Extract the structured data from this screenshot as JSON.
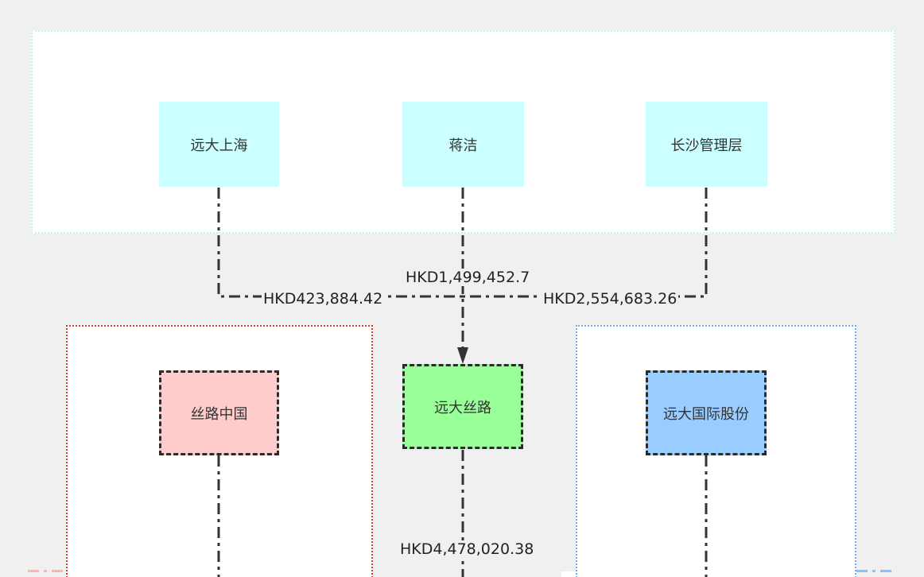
{
  "groups": {
    "top": {
      "border_color": "#bff3f7"
    },
    "left": {
      "border_color": "#e53333"
    },
    "right": {
      "border_color": "#6fa8e8"
    }
  },
  "nodes": {
    "shanghai": {
      "label": "远大上海",
      "color": "#ccffff"
    },
    "jiangjie": {
      "label": "蒋洁",
      "color": "#ccffff"
    },
    "changsha": {
      "label": "长沙管理层",
      "color": "#ccffff"
    },
    "silk_china": {
      "label": "丝路中国",
      "color": "#ffcccc"
    },
    "silk_road": {
      "label": "远大丝路",
      "color": "#99ff99"
    },
    "intl": {
      "label": "远大国际股份",
      "color": "#99ccff"
    }
  },
  "edge_labels": {
    "shanghai_to_silkroad": "HKD423,884.42",
    "jiangjie_to_silkroad": "HKD1,499,452.7",
    "changsha_to_silkroad": "HKD2,554,683.26",
    "silkroad_down": "HKD4,478,020.38"
  }
}
